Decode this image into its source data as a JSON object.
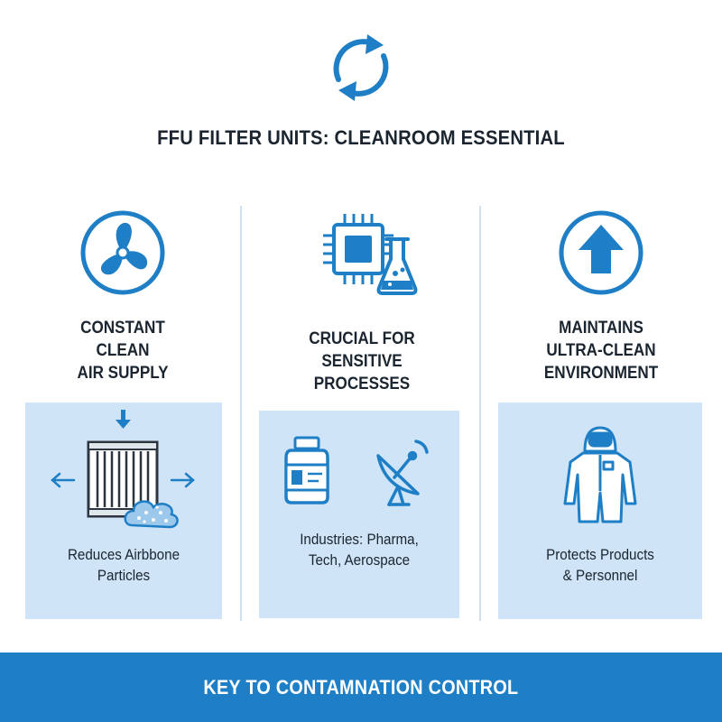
{
  "header": {
    "icon": "cycle-arrows-icon",
    "title": "FFU FILTER UNITS: CLEANROOM ESSENTIAL"
  },
  "columns": [
    {
      "icon": "fan-icon",
      "heading": [
        "CONSTANT",
        "CLEAN",
        "AIR SUPPLY"
      ],
      "panel_icons": [
        "down-arrow-icon",
        "left-arrow-icon",
        "hepa-filter-icon",
        "right-arrow-icon",
        "particle-cloud-icon"
      ],
      "caption": [
        "Reduces Airbbone",
        "Particles"
      ]
    },
    {
      "icon": "microchip-and-flask-icon",
      "heading": [
        "CRUCIAL FOR",
        "SENSITIVE",
        "PROCESSES"
      ],
      "panel_icons": [
        "medicine-bottle-icon",
        "satellite-dish-icon"
      ],
      "caption": [
        "Industries: Pharma,",
        "Tech, Aerospace"
      ]
    },
    {
      "icon": "up-arrow-circle-icon",
      "heading": [
        "MAINTAINS",
        "ULTRA-CLEAN",
        "ENVIRONMENT"
      ],
      "panel_icons": [
        "cleanroom-suit-icon"
      ],
      "caption": [
        "Protects Products",
        "& Personnel"
      ]
    }
  ],
  "footer": {
    "text": "KEY TO CONTAMNATION CONTROL"
  },
  "colors": {
    "accent": "#1f7fc6",
    "panel_bg": "#cfe4f6",
    "divider": "#cfe0ef",
    "text": "#1b2530"
  }
}
